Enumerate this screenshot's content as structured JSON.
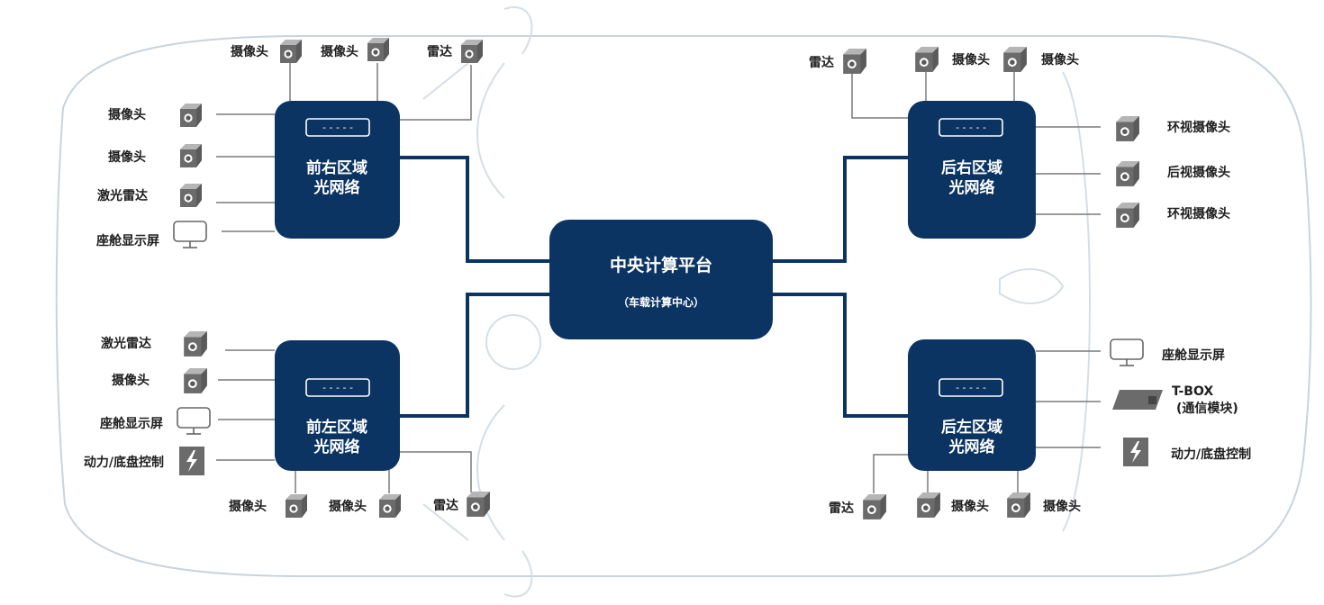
{
  "central": {
    "title": "中央计算平台",
    "subtitle": "（车载计算中心）"
  },
  "zones": {
    "front_right": {
      "line1": "前右区域",
      "line2": "光网络"
    },
    "front_left": {
      "line1": "前左区域",
      "line2": "光网络"
    },
    "rear_right": {
      "line1": "后右区域",
      "line2": "光网络"
    },
    "rear_left": {
      "line1": "后左区域",
      "line2": "光网络"
    }
  },
  "devices": {
    "fr_top_camera_1": {
      "label": "摄像头",
      "icon": "camera-icon"
    },
    "fr_top_camera_2": {
      "label": "摄像头",
      "icon": "camera-icon"
    },
    "fr_top_radar": {
      "label": "雷达",
      "icon": "radar-icon"
    },
    "fr_camera_1": {
      "label": "摄像头",
      "icon": "camera-icon"
    },
    "fr_camera_2": {
      "label": "摄像头",
      "icon": "camera-icon"
    },
    "fr_lidar": {
      "label": "激光雷达",
      "icon": "lidar-icon"
    },
    "fr_display": {
      "label": "座舱显示屏",
      "icon": "display-icon"
    },
    "fl_lidar": {
      "label": "激光雷达",
      "icon": "lidar-icon"
    },
    "fl_camera": {
      "label": "摄像头",
      "icon": "camera-icon"
    },
    "fl_display": {
      "label": "座舱显示屏",
      "icon": "display-icon"
    },
    "fl_power": {
      "label": "动力/底盘控制",
      "icon": "power-icon"
    },
    "fl_bottom_camera_1": {
      "label": "摄像头",
      "icon": "camera-icon"
    },
    "fl_bottom_camera_2": {
      "label": "摄像头",
      "icon": "camera-icon"
    },
    "fl_bottom_radar": {
      "label": "雷达",
      "icon": "radar-icon"
    },
    "rr_top_radar": {
      "label": "雷达",
      "icon": "radar-icon"
    },
    "rr_top_camera_1": {
      "label": "摄像头",
      "icon": "camera-icon"
    },
    "rr_top_camera_2": {
      "label": "摄像头",
      "icon": "camera-icon"
    },
    "rr_surround_1": {
      "label": "环视摄像头",
      "icon": "camera-icon"
    },
    "rr_rearview": {
      "label": "后视摄像头",
      "icon": "camera-icon"
    },
    "rr_surround_2": {
      "label": "环视摄像头",
      "icon": "camera-icon"
    },
    "rl_display": {
      "label": "座舱显示屏",
      "icon": "display-icon"
    },
    "rl_tbox": {
      "label": "T-BOX",
      "sublabel": "(通信模块)",
      "icon": "tbox-icon"
    },
    "rl_power": {
      "label": "动力/底盘控制",
      "icon": "power-icon"
    },
    "rl_bottom_radar": {
      "label": "雷达",
      "icon": "radar-icon"
    },
    "rl_bottom_camera_1": {
      "label": "摄像头",
      "icon": "camera-icon"
    },
    "rl_bottom_camera_2": {
      "label": "摄像头",
      "icon": "camera-icon"
    }
  },
  "colors": {
    "hub_fill": "#0b3463",
    "link_line": "#0b3463",
    "device_line": "#7a7a7a",
    "device_fill": "#6b6b6b",
    "car_outline": "#c9d3db"
  }
}
